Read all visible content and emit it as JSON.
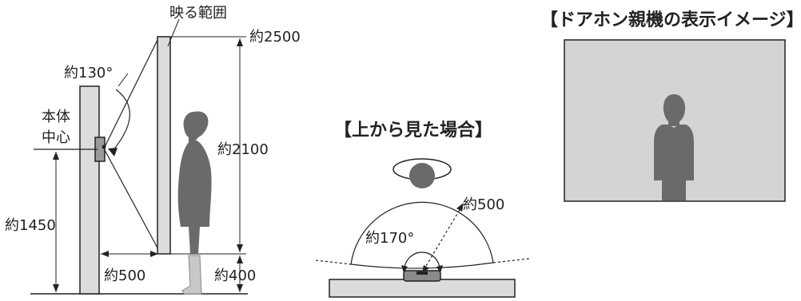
{
  "side_view": {
    "range_label": "映る範囲",
    "body_center_line1": "本体",
    "body_center_line2": "中心",
    "angle_label": "約130°",
    "top_height_label": "約2500",
    "visible_height_label": "約2100",
    "mount_height_label": "約1450",
    "distance_label": "約500",
    "bottom_height_label": "約400"
  },
  "top_view": {
    "title": "【上から見た場合】",
    "radius_label": "約500",
    "angle_label": "約170°"
  },
  "monitor": {
    "title": "【ドアホン親機の表示イメージ】"
  },
  "colors": {
    "line": "#222222",
    "silhouette": "#6a6a6a",
    "wall": "#dcdcdc",
    "screen": "#d4d4d4"
  }
}
